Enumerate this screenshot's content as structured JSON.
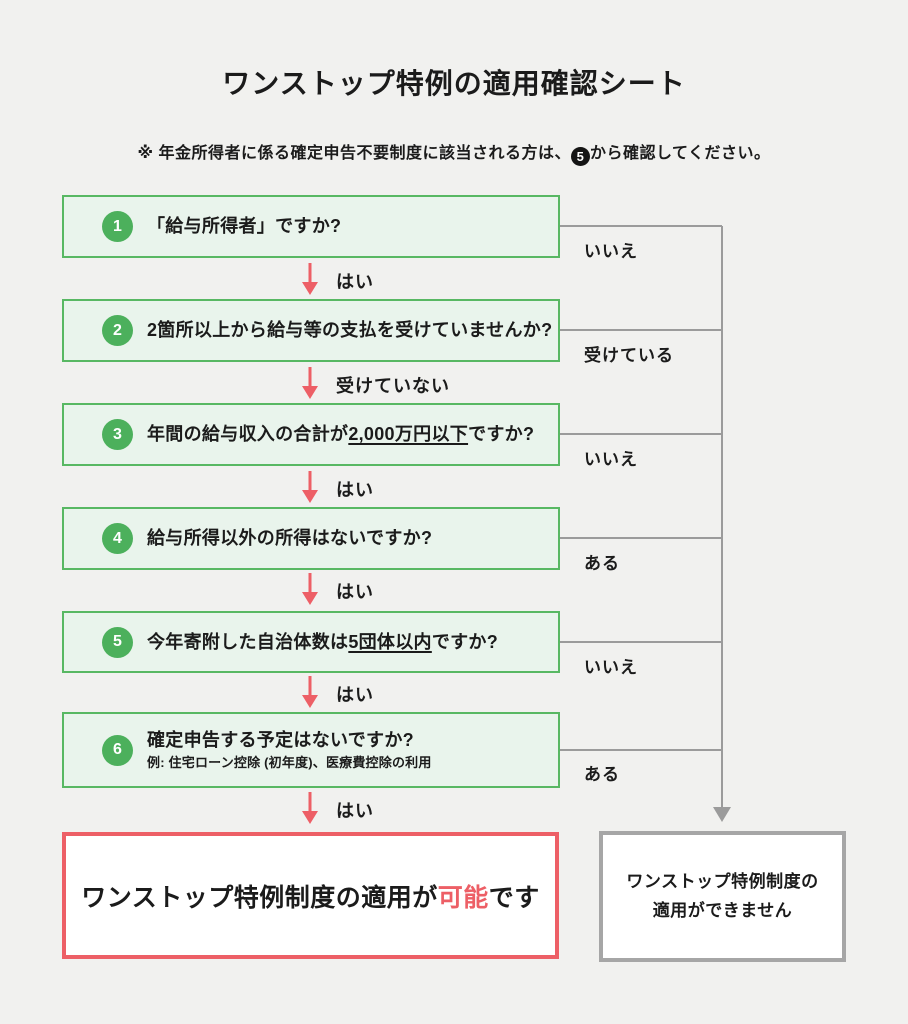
{
  "page": {
    "title": "ワンストップ特例の適用確認シート",
    "note_pre": "※ 年金所得者に係る確定申告不要制度に該当される方は、",
    "note_circled_num": "5",
    "note_post": "から確認してください。"
  },
  "steps": [
    {
      "num": "1",
      "prefix": "「給与所得者」ですか?",
      "underline": "",
      "suffix": "",
      "note": "",
      "yes_label": "はい",
      "no_label": "いいえ"
    },
    {
      "num": "2",
      "prefix": "2箇所以上から給与等の支払を受けていませんか?",
      "underline": "",
      "suffix": "",
      "note": "",
      "yes_label": "受けていない",
      "no_label": "受けている"
    },
    {
      "num": "3",
      "prefix": "年間の給与収入の合計が",
      "underline": "2,000万円以下",
      "suffix": "ですか?",
      "note": "",
      "yes_label": "はい",
      "no_label": "いいえ"
    },
    {
      "num": "4",
      "prefix": "給与所得以外の所得はないですか?",
      "underline": "",
      "suffix": "",
      "note": "",
      "yes_label": "はい",
      "no_label": "ある"
    },
    {
      "num": "5",
      "prefix": "今年寄附した自治体数は",
      "underline": "5団体以内",
      "suffix": "ですか?",
      "note": "",
      "yes_label": "はい",
      "no_label": "いいえ"
    },
    {
      "num": "6",
      "prefix": "確定申告する予定はないですか?",
      "underline": "",
      "suffix": "",
      "note": "例: 住宅ローン控除 (初年度)、医療費控除の利用",
      "yes_label": "はい",
      "no_label": "ある"
    }
  ],
  "result_ok": {
    "prefix": "ワンストップ特例制度の適用が",
    "highlight": "可能",
    "suffix": "です"
  },
  "result_ng": {
    "line1": "ワンストップ特例制度の",
    "line2": "適用ができません"
  },
  "colors": {
    "bg": "#f1f1ef",
    "green-border": "#58b863",
    "green-fill": "#e9f4ec",
    "green-badge": "#4cb05c",
    "red": "#ed5f66",
    "gray-line": "#9b9b9b",
    "gray-border": "#a6a6a6"
  }
}
